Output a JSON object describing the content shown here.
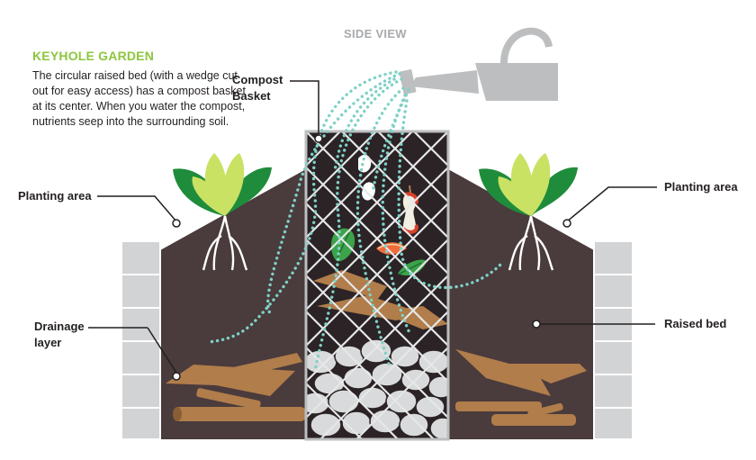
{
  "header": {
    "title": "KEYHOLE GARDEN",
    "description": "The circular raised bed (with a wedge cut out for easy access) has a compost basket at its center. When you water the compost, nutrients seep into the surrounding soil.",
    "view_label": "SIDE VIEW"
  },
  "labels": {
    "compost_basket_line1": "Compost",
    "compost_basket_line2": "Basket",
    "planting_area_left": "Planting area",
    "planting_area_right": "Planting area",
    "drainage_layer_line1": "Drainage",
    "drainage_layer_line2": "layer",
    "raised_bed": "Raised bed"
  },
  "colors": {
    "accent_green": "#8cc63f",
    "soil": "#4a3b3c",
    "brick": "#d1d3d4",
    "wood": "#b07d4b",
    "water": "#7fd1c6",
    "watering_can": "#bcbec0",
    "basket_fill": "#2b2325",
    "stones": "#d9dadb",
    "leaf_dark": "#1f8c3b",
    "leaf_light": "#c9e264"
  },
  "icons": {
    "watering_can": "watering-can-icon",
    "plant_left": "plant-icon",
    "plant_right": "plant-icon",
    "apple_core": "apple-core-icon",
    "leaf": "leaf-icon",
    "eggshell": "eggshell-icon",
    "fruit_slice": "fruit-slice-icon"
  }
}
